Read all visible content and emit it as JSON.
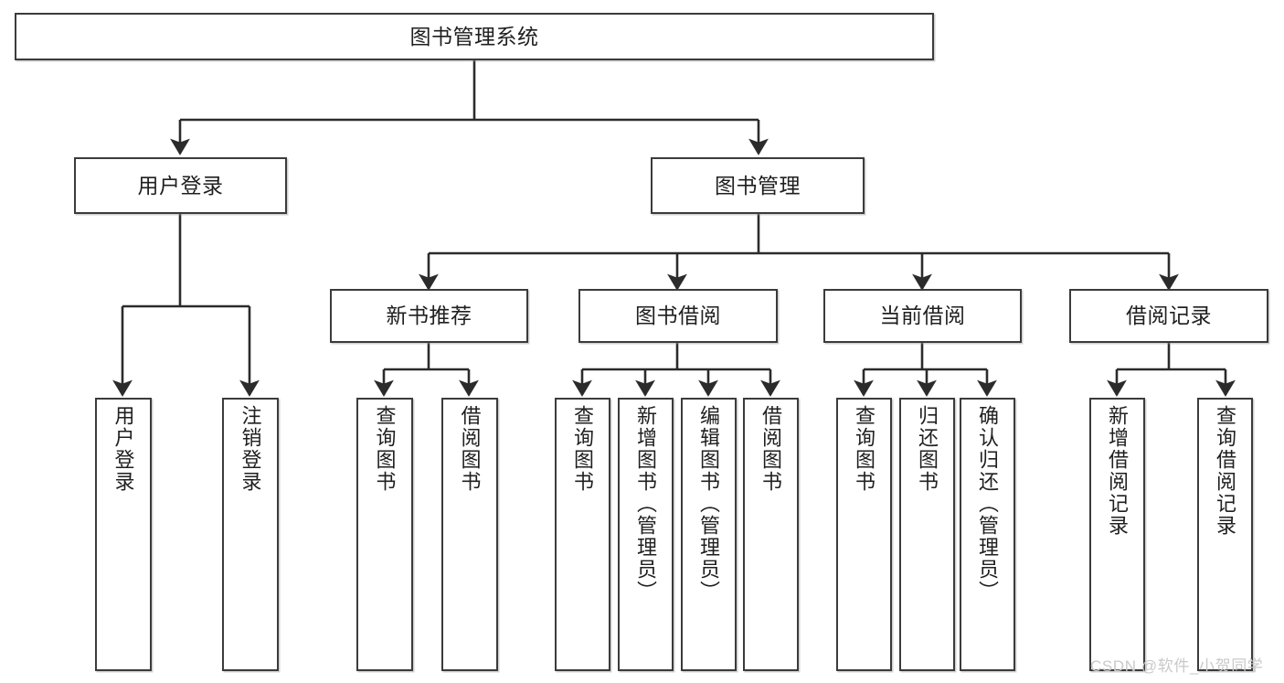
{
  "diagram": {
    "type": "tree",
    "title": "图书管理系统",
    "orientation": "top-down",
    "colors": {
      "box_border": "#3b3b3b",
      "box_fill": "#ffffff",
      "edge": "#2b2b2b",
      "text": "#1f1f1f",
      "watermark": "#c9c9c9",
      "background": "#ffffff"
    },
    "nodes": {
      "root": {
        "label": "图书管理系统"
      },
      "level2": [
        {
          "label": "用户登录"
        },
        {
          "label": "图书管理"
        }
      ],
      "level3": [
        {
          "label": "新书推荐"
        },
        {
          "label": "图书借阅"
        },
        {
          "label": "当前借阅"
        },
        {
          "label": "借阅记录"
        }
      ],
      "leaves": {
        "user_login": [
          {
            "label": "用户登录"
          },
          {
            "label": "注销登录"
          }
        ],
        "new_book_recommend": [
          {
            "label": "查询图书"
          },
          {
            "label": "借阅图书"
          }
        ],
        "book_borrow": [
          {
            "label": "查询图书"
          },
          {
            "label": "新增图书（管理员）"
          },
          {
            "label": "编辑图书（管理员）"
          },
          {
            "label": "借阅图书"
          }
        ],
        "current_borrow": [
          {
            "label": "查询图书"
          },
          {
            "label": "归还图书"
          },
          {
            "label": "确认归还（管理员）"
          }
        ],
        "borrow_record": [
          {
            "label": "新增借阅记录"
          },
          {
            "label": "查询借阅记录"
          }
        ]
      }
    },
    "watermark": "CSDN @软件_小贺同学"
  }
}
